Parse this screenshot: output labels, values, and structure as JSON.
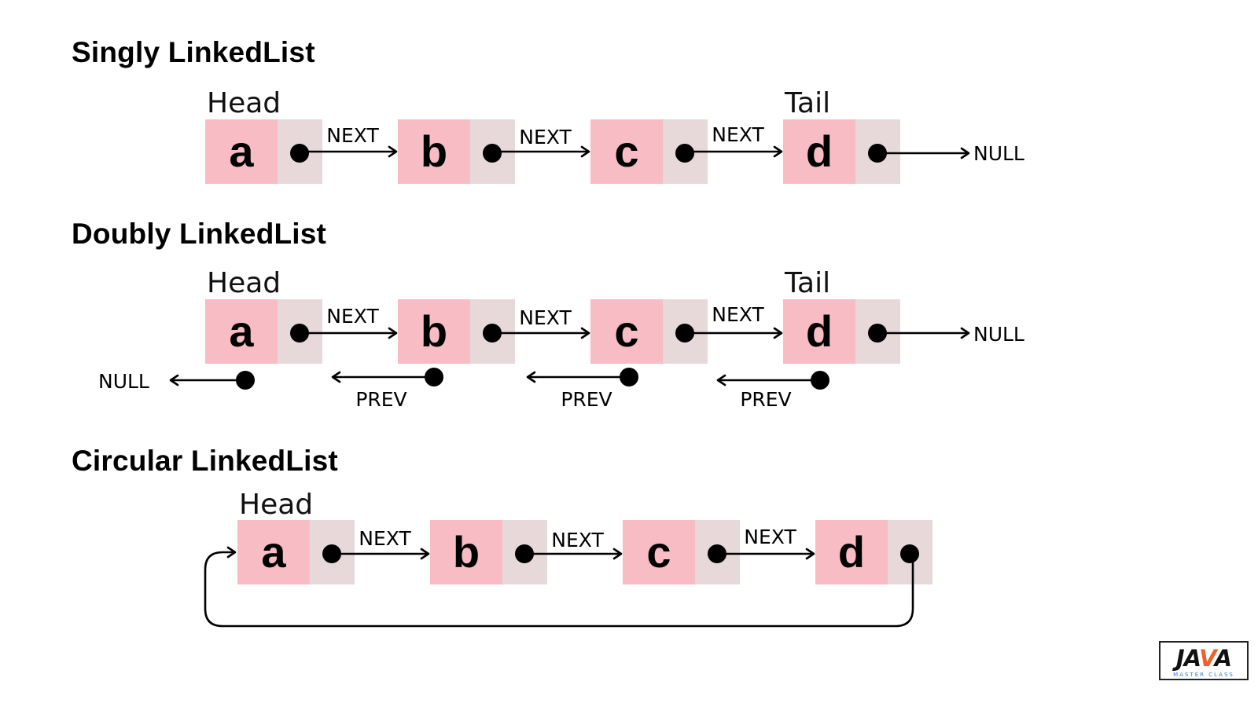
{
  "sections": {
    "singly": {
      "title": "Singly LinkedList",
      "head_label": "Head",
      "tail_label": "Tail",
      "nodes": [
        "a",
        "b",
        "c",
        "d"
      ],
      "next_label": "NEXT",
      "end_label": "NULL"
    },
    "doubly": {
      "title": "Doubly LinkedList",
      "head_label": "Head",
      "tail_label": "Tail",
      "nodes": [
        "a",
        "b",
        "c",
        "d"
      ],
      "next_label": "NEXT",
      "prev_label": "PREV",
      "end_label": "NULL",
      "start_label": "NULL"
    },
    "circular": {
      "title": "Circular LinkedList",
      "head_label": "Head",
      "nodes": [
        "a",
        "b",
        "c",
        "d"
      ],
      "next_label": "NEXT"
    }
  },
  "logo": {
    "brand_start": "JA",
    "brand_accent": "V",
    "brand_end": "A",
    "subtitle": "MASTER CLASS"
  },
  "colors": {
    "value_box": "#f7bcc4",
    "pointer_box": "#e7d8da",
    "logo_accent": "#e8642c",
    "logo_subtitle": "#2a7fd0"
  }
}
